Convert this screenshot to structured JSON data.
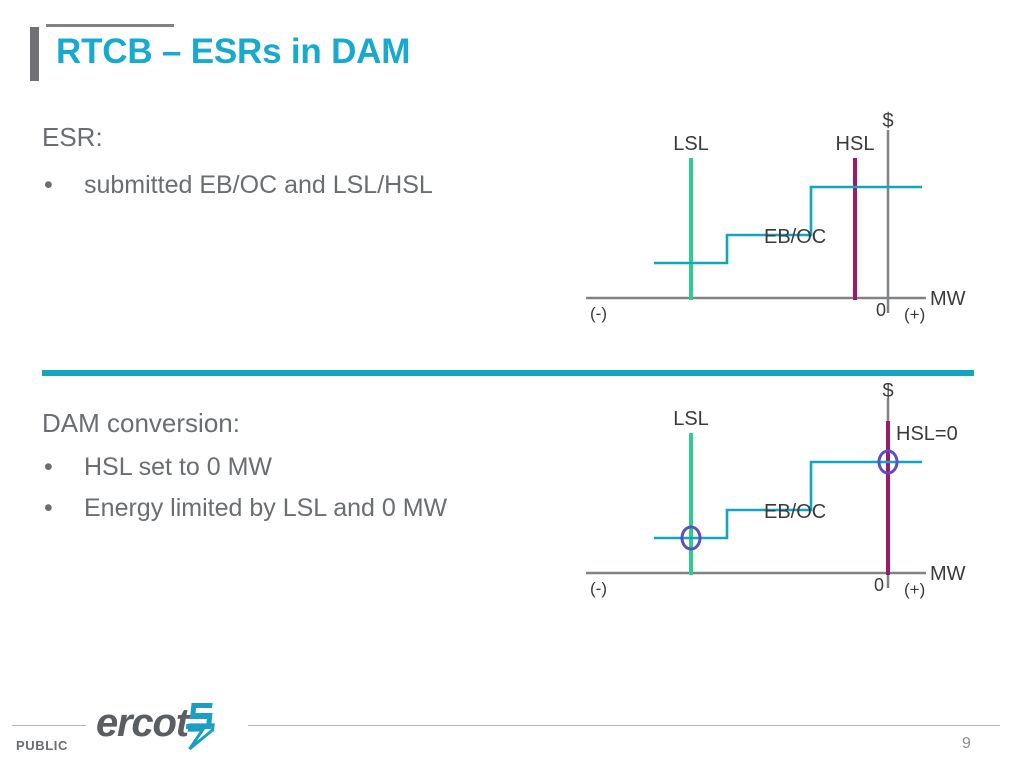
{
  "slide": {
    "title": "RTCB – ESRs in DAM",
    "page_number": "9",
    "classification": "PUBLIC",
    "accent_color": "#18aacd",
    "divider_color": "#13a4bf",
    "body_text_color": "#6a6e71"
  },
  "sections": {
    "esr": {
      "heading": "ESR:",
      "bullets": [
        {
          "marker": "•",
          "text": "submitted EB/OC and LSL/HSL"
        }
      ]
    },
    "dam": {
      "heading": "DAM conversion:",
      "bullets": [
        {
          "marker": "•",
          "text": "HSL set to 0 MW"
        },
        {
          "marker": "•",
          "text": "Energy limited by LSL and 0 MW"
        }
      ]
    }
  },
  "logo": {
    "wordmark": "ercot",
    "mark_color": "#1a9fc0",
    "wordmark_color": "#5a5e62"
  },
  "chart_data": [
    {
      "id": "esr-chart",
      "type": "line",
      "title": "",
      "xlabel": "MW",
      "ylabel": "$",
      "grid": false,
      "legend": "none",
      "axis_ticks": {
        "origin": "0",
        "negative": "(-)",
        "positive": "(+)"
      },
      "annotations": [
        {
          "label": "LSL",
          "color": "#2ecc8f",
          "x": -85,
          "type": "vline"
        },
        {
          "label": "HSL",
          "color": "#a0186b",
          "x": -12,
          "type": "vline"
        },
        {
          "label": "EB/OC",
          "color": "#13a4bf",
          "type": "series-label"
        }
      ],
      "series": [
        {
          "name": "EB/OC",
          "color": "#13a4bf",
          "step": "post",
          "x": [
            -100,
            -72,
            -72,
            -25,
            -25,
            18
          ],
          "y": [
            18,
            18,
            40,
            40,
            78,
            78
          ]
        }
      ],
      "xlim": [
        -120,
        25
      ],
      "ylim": [
        0,
        110
      ],
      "markers": []
    },
    {
      "id": "dam-chart",
      "type": "line",
      "title": "",
      "xlabel": "MW",
      "ylabel": "$",
      "grid": false,
      "legend": "none",
      "axis_ticks": {
        "origin": "0",
        "negative": "(-)",
        "positive": "(+)"
      },
      "annotations": [
        {
          "label": "LSL",
          "color": "#2ecc8f",
          "x": -85,
          "type": "vline"
        },
        {
          "label": "HSL=0",
          "color": "#a0186b",
          "x": 0,
          "type": "vline"
        },
        {
          "label": "EB/OC",
          "color": "#13a4bf",
          "type": "series-label"
        }
      ],
      "series": [
        {
          "name": "EB/OC",
          "color": "#13a4bf",
          "step": "post",
          "x": [
            -100,
            -72,
            -72,
            -25,
            -25,
            18
          ],
          "y": [
            18,
            18,
            40,
            40,
            78,
            78
          ]
        }
      ],
      "xlim": [
        -120,
        25
      ],
      "ylim": [
        0,
        110
      ],
      "markers": [
        {
          "name": "lsl-limit-point",
          "x": -85,
          "y": 18,
          "color": "#5b4fc4"
        },
        {
          "name": "hsl-limit-point",
          "x": 0,
          "y": 78,
          "color": "#5b4fc4"
        }
      ]
    }
  ]
}
